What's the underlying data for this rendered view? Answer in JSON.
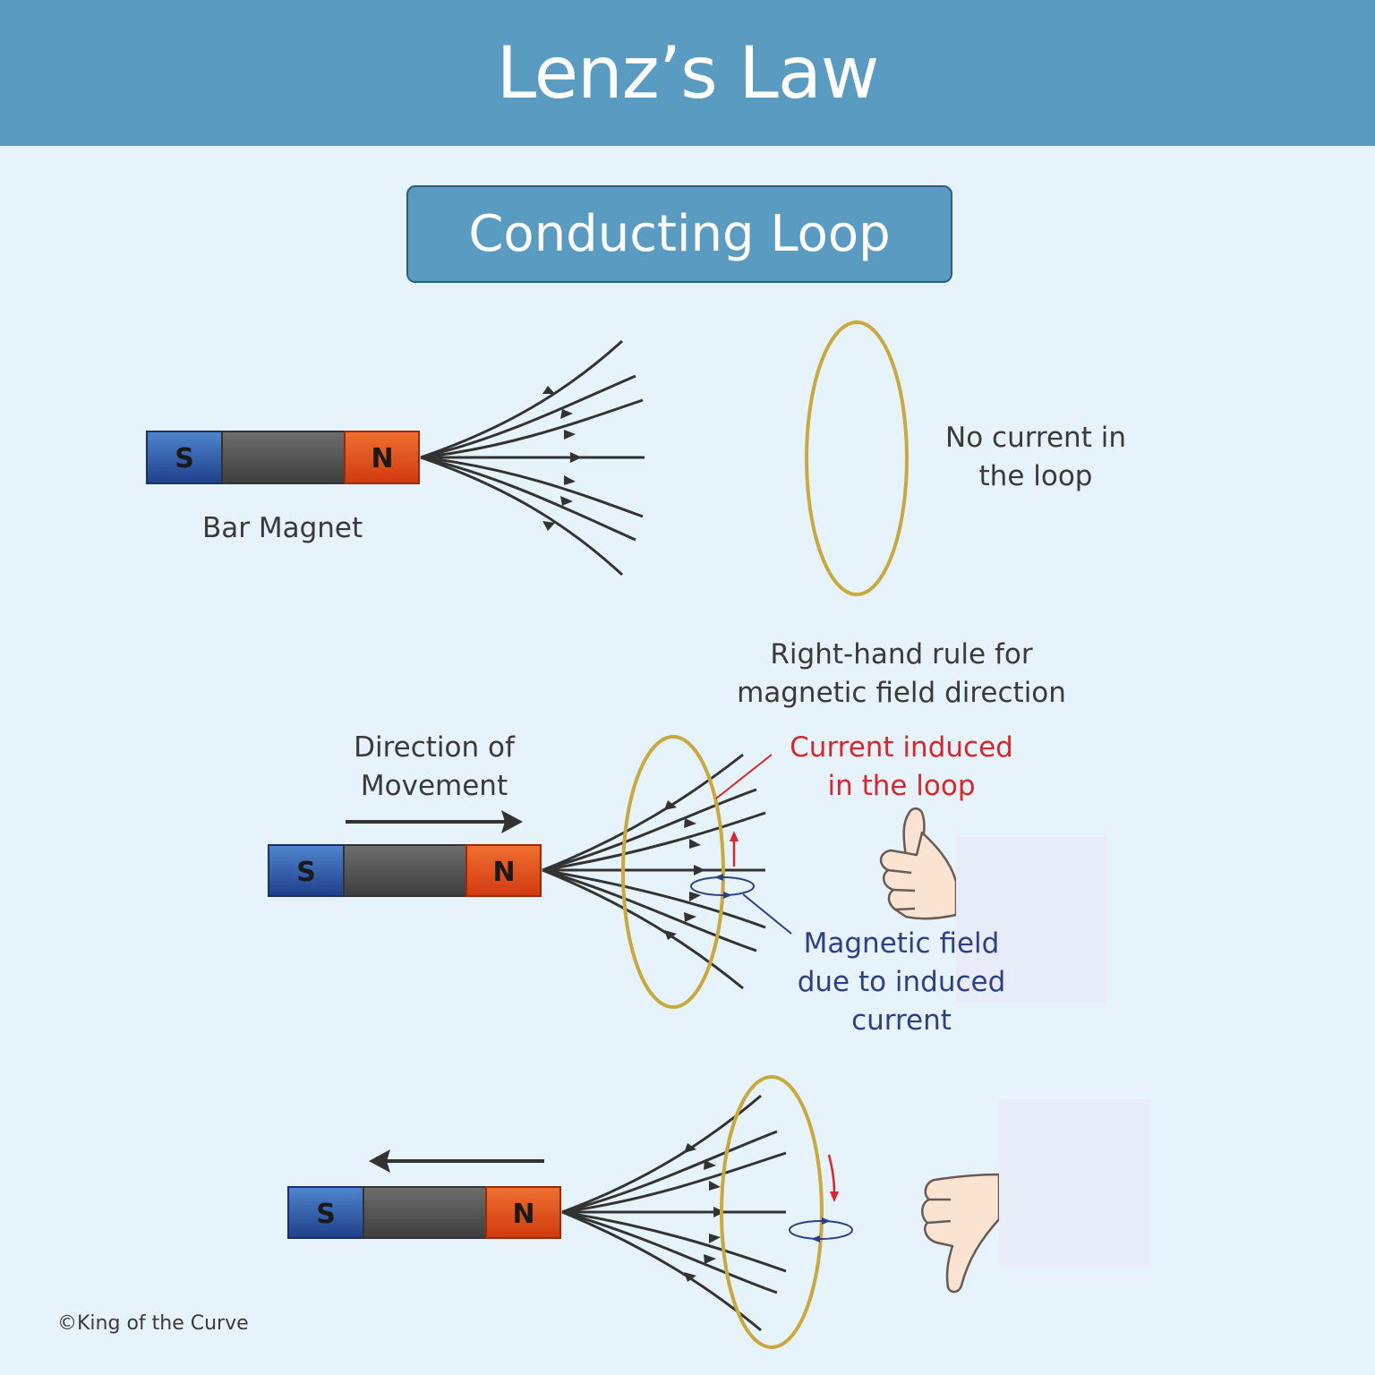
{
  "header": {
    "title": "Lenz’s Law"
  },
  "subtitle": "Conducting Loop",
  "magnet": {
    "south_label": "S",
    "north_label": "N"
  },
  "labels": {
    "bar_magnet": "Bar Magnet",
    "no_current": [
      "No current in",
      "the loop"
    ],
    "right_hand_rule": [
      "Right-hand rule for",
      "magnetic field direction"
    ],
    "direction": [
      "Direction of",
      "Movement"
    ],
    "current_induced": [
      "Current induced",
      "in the loop"
    ],
    "magnetic_field": [
      "Magnetic field",
      "due to induced",
      "current"
    ]
  },
  "copyright": "©King of the Curve",
  "colors": {
    "header": "#5a9bc2",
    "background": "#e6f3fb",
    "south_pole": "#2e5ba8",
    "north_pole": "#e9521f",
    "magnet_body": "#555555",
    "loop": "#c9a93c",
    "induced_current": "#d8262b",
    "induced_field": "#2f3f86"
  },
  "icons": [
    "thumbs-up-hand-icon",
    "thumbs-down-hand-icon",
    "arrow-right-icon",
    "arrow-left-icon"
  ]
}
